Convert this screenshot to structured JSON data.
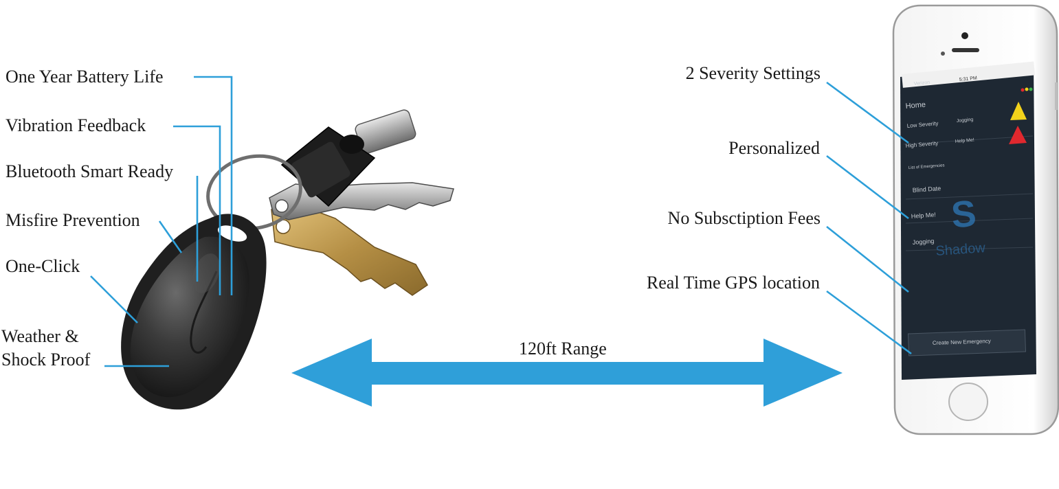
{
  "colors": {
    "accent": "#2f9fd9",
    "app_background": "#1e2833",
    "warning_yellow": "#f2d21b",
    "alert_red": "#e0282e"
  },
  "fob_features": [
    "One Year Battery Life",
    "Vibration Feedback",
    "Bluetooth Smart Ready",
    "Misfire Prevention",
    "One-Click",
    "Weather  &",
    "Shock Proof"
  ],
  "app_features": [
    "2 Severity Settings",
    "Personalized",
    "No Subsctiption Fees",
    "Real Time GPS location"
  ],
  "range_label": "120ft Range",
  "phone_screen": {
    "status_carrier": "Verizon",
    "status_time": "5:31 PM",
    "title": "Home",
    "rows": [
      {
        "label": "Low Severity",
        "value": "Jogging",
        "icon": "warning-triangle-icon"
      },
      {
        "label": "High Severity",
        "value": "Help Me!",
        "icon": "alert-triangle-icon"
      }
    ],
    "list_heading": "List of Emergencies",
    "emergencies": [
      "Blind Date",
      "Help Me!",
      "Jogging"
    ],
    "logo_text": "Shadow",
    "create_button": "Create New Emergency"
  }
}
